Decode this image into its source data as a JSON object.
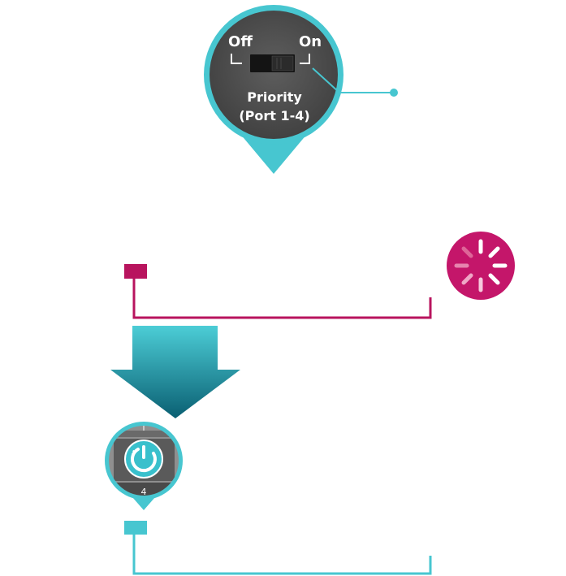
{
  "switch_callout": {
    "off_label": "Off",
    "on_label": "On",
    "title_line1": "Priority",
    "title_line2": "(Port 1-4)"
  },
  "port_callout": {
    "port_number": "4"
  },
  "icons": {
    "loading": "loading-spinner-icon",
    "power_cycle": "power-restart-icon",
    "arrow": "down-arrow-icon"
  },
  "colors": {
    "teal": "#47c6d0",
    "magenta": "#b8145e",
    "dark_panel": "#4a4a4a"
  }
}
